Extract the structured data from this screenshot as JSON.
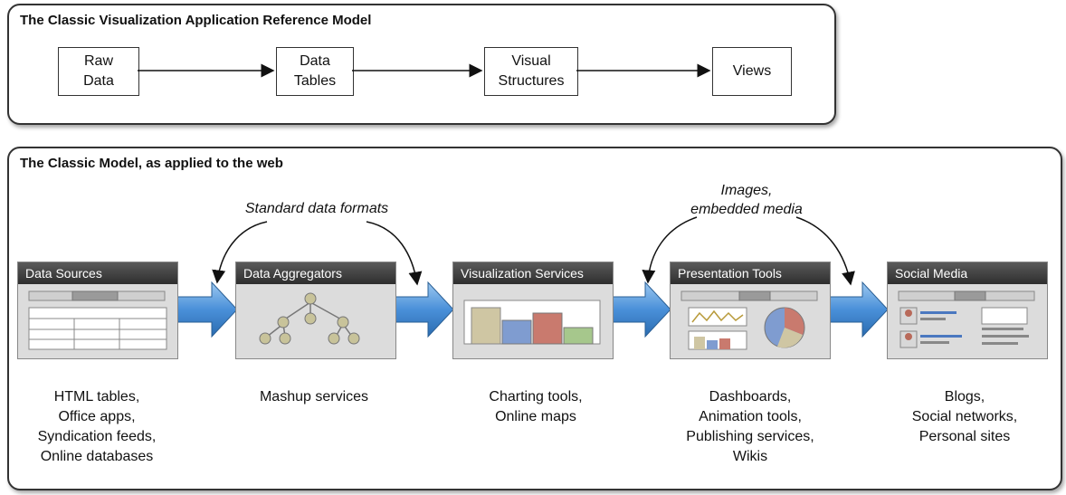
{
  "top_panel": {
    "title": "The Classic Visualization Application Reference Model",
    "boxes": [
      {
        "line1": "Raw",
        "line2": "Data"
      },
      {
        "line1": "Data",
        "line2": "Tables"
      },
      {
        "line1": "Visual",
        "line2": "Structures"
      },
      {
        "line1": "Views",
        "line2": ""
      }
    ]
  },
  "bottom_panel": {
    "title": "The Classic Model, as applied to the web",
    "note_left": "Standard data formats",
    "note_right_line1": "Images,",
    "note_right_line2": "embedded media",
    "cards": [
      {
        "title": "Data Sources",
        "caption": [
          "HTML tables,",
          "Office apps,",
          "Syndication feeds,",
          "Online databases"
        ]
      },
      {
        "title": "Data Aggregators",
        "caption": [
          "Mashup services"
        ]
      },
      {
        "title": "Visualization Services",
        "caption": [
          "Charting tools,",
          "Online maps"
        ]
      },
      {
        "title": "Presentation Tools",
        "caption": [
          "Dashboards,",
          "Animation tools,",
          "Publishing services,",
          "Wikis"
        ]
      },
      {
        "title": "Social Media",
        "caption": [
          "Blogs,",
          "Social networks,",
          "Personal sites"
        ]
      }
    ]
  },
  "colors": {
    "arrow_blue": "#4a90d9",
    "header_dark": "#333333",
    "card_bg": "#dcdcdc"
  }
}
